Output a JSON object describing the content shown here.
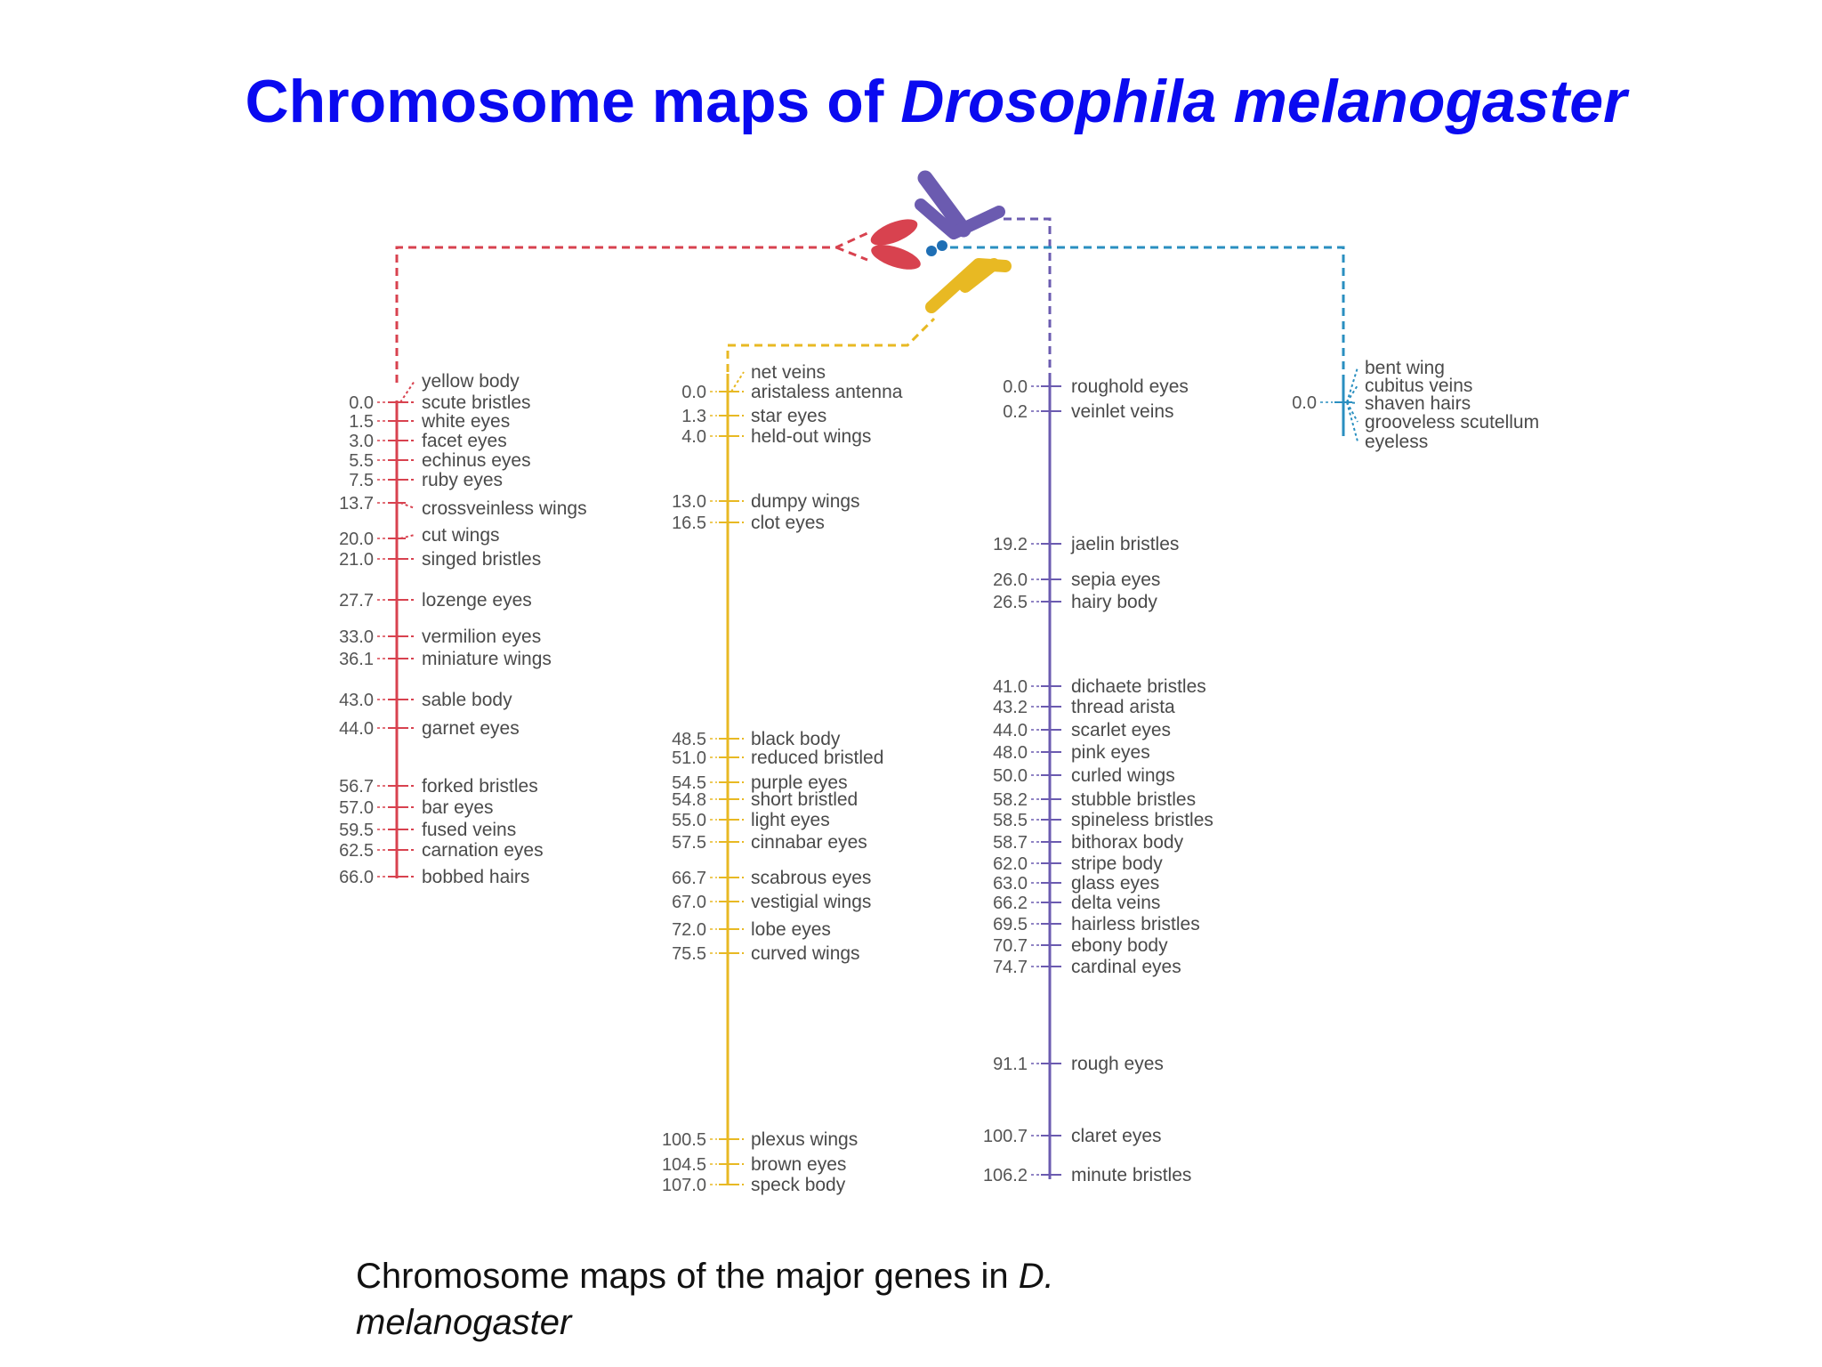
{
  "title": {
    "main": "Chromosome maps of ",
    "species": "Drosophila melanogaster"
  },
  "caption": {
    "main": "Chromosome maps of the major genes in ",
    "species_line1": "D.",
    "species_line2": "melanogaster"
  },
  "colors": {
    "title": "#0a0af0",
    "chr1": "#d8424f",
    "chr2": "#e8b923",
    "chr3": "#6b5bb0",
    "chr4": "#2a8fc0"
  },
  "chromosomes": [
    {
      "id": "chr1",
      "color": "#d8424f",
      "genes": [
        {
          "pos": "0.0",
          "name": "yellow body"
        },
        {
          "pos": "0.0",
          "name": "scute bristles"
        },
        {
          "pos": "1.5",
          "name": "white eyes"
        },
        {
          "pos": "3.0",
          "name": "facet eyes"
        },
        {
          "pos": "5.5",
          "name": "echinus eyes"
        },
        {
          "pos": "7.5",
          "name": "ruby eyes"
        },
        {
          "pos": "13.7",
          "name": "crossveinless wings"
        },
        {
          "pos": "20.0",
          "name": "cut wings"
        },
        {
          "pos": "21.0",
          "name": "singed bristles"
        },
        {
          "pos": "27.7",
          "name": "lozenge eyes"
        },
        {
          "pos": "33.0",
          "name": "vermilion eyes"
        },
        {
          "pos": "36.1",
          "name": "miniature wings"
        },
        {
          "pos": "43.0",
          "name": "sable body"
        },
        {
          "pos": "44.0",
          "name": "garnet eyes"
        },
        {
          "pos": "56.7",
          "name": "forked bristles"
        },
        {
          "pos": "57.0",
          "name": "bar eyes"
        },
        {
          "pos": "59.5",
          "name": "fused veins"
        },
        {
          "pos": "62.5",
          "name": "carnation eyes"
        },
        {
          "pos": "66.0",
          "name": "bobbed hairs"
        }
      ]
    },
    {
      "id": "chr2",
      "color": "#e8b923",
      "genes": [
        {
          "pos": "0.0",
          "name": "net veins"
        },
        {
          "pos": "0.0",
          "name": "aristaless antenna"
        },
        {
          "pos": "1.3",
          "name": "star eyes"
        },
        {
          "pos": "4.0",
          "name": "held-out wings"
        },
        {
          "pos": "13.0",
          "name": "dumpy wings"
        },
        {
          "pos": "16.5",
          "name": "clot eyes"
        },
        {
          "pos": "48.5",
          "name": "black body"
        },
        {
          "pos": "51.0",
          "name": "reduced bristled"
        },
        {
          "pos": "54.5",
          "name": "purple eyes"
        },
        {
          "pos": "54.8",
          "name": "short bristled"
        },
        {
          "pos": "55.0",
          "name": "light eyes"
        },
        {
          "pos": "57.5",
          "name": "cinnabar eyes"
        },
        {
          "pos": "66.7",
          "name": "scabrous eyes"
        },
        {
          "pos": "67.0",
          "name": "vestigial wings"
        },
        {
          "pos": "72.0",
          "name": "lobe eyes"
        },
        {
          "pos": "75.5",
          "name": "curved wings"
        },
        {
          "pos": "100.5",
          "name": "plexus wings"
        },
        {
          "pos": "104.5",
          "name": "brown eyes"
        },
        {
          "pos": "107.0",
          "name": "speck body"
        }
      ]
    },
    {
      "id": "chr3",
      "color": "#6b5bb0",
      "genes": [
        {
          "pos": "0.0",
          "name": "roughold eyes"
        },
        {
          "pos": "0.2",
          "name": "veinlet veins"
        },
        {
          "pos": "19.2",
          "name": "jaelin bristles"
        },
        {
          "pos": "26.0",
          "name": "sepia eyes"
        },
        {
          "pos": "26.5",
          "name": "hairy body"
        },
        {
          "pos": "41.0",
          "name": "dichaete bristles"
        },
        {
          "pos": "43.2",
          "name": "thread arista"
        },
        {
          "pos": "44.0",
          "name": "scarlet eyes"
        },
        {
          "pos": "48.0",
          "name": "pink eyes"
        },
        {
          "pos": "50.0",
          "name": "curled wings"
        },
        {
          "pos": "58.2",
          "name": "stubble bristles"
        },
        {
          "pos": "58.5",
          "name": "spineless bristles"
        },
        {
          "pos": "58.7",
          "name": "bithorax body"
        },
        {
          "pos": "62.0",
          "name": "stripe body"
        },
        {
          "pos": "63.0",
          "name": "glass eyes"
        },
        {
          "pos": "66.2",
          "name": "delta veins"
        },
        {
          "pos": "69.5",
          "name": "hairless bristles"
        },
        {
          "pos": "70.7",
          "name": "ebony body"
        },
        {
          "pos": "74.7",
          "name": "cardinal eyes"
        },
        {
          "pos": "91.1",
          "name": "rough eyes"
        },
        {
          "pos": "100.7",
          "name": "claret eyes"
        },
        {
          "pos": "106.2",
          "name": "minute bristles"
        }
      ]
    },
    {
      "id": "chr4",
      "color": "#2a8fc0",
      "genes": [
        {
          "pos": "0.0",
          "name": "bent wing"
        },
        {
          "pos": "0.0",
          "name": "cubitus veins"
        },
        {
          "pos": "0.0",
          "name": "shaven hairs"
        },
        {
          "pos": "0.0",
          "name": "grooveless scutellum"
        },
        {
          "pos": "0.0",
          "name": "eyeless"
        }
      ]
    }
  ]
}
